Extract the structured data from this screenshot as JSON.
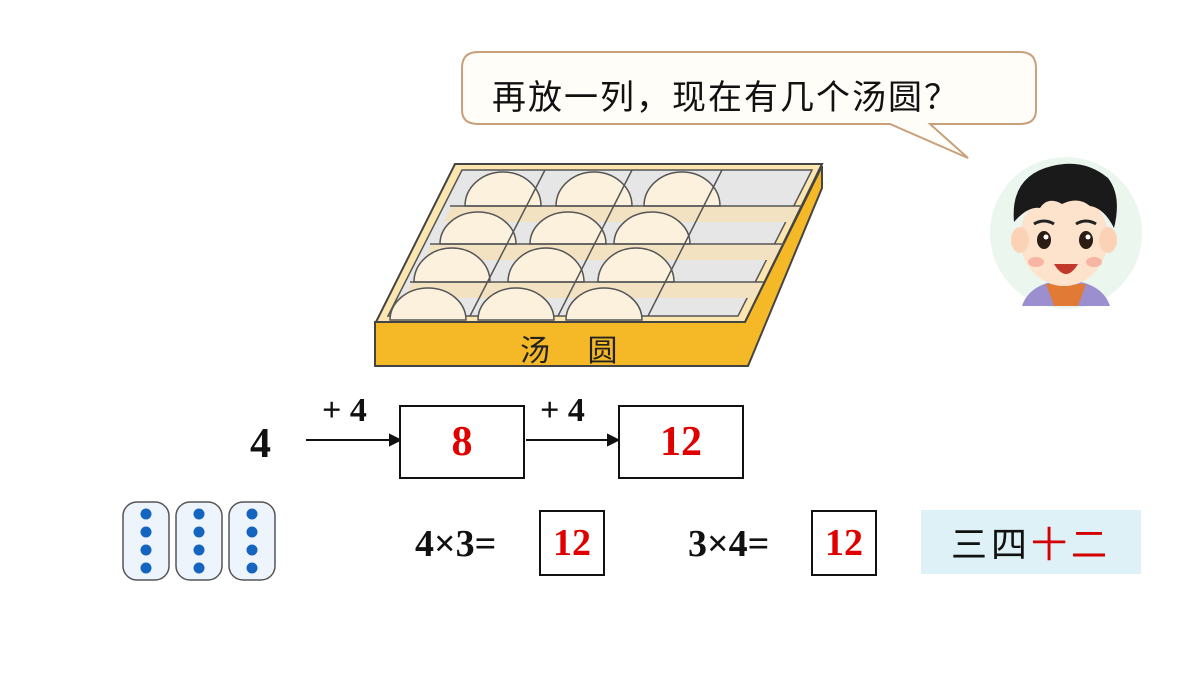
{
  "speech_bubble": {
    "text": "再放一列，现在有几个汤圆？"
  },
  "tray": {
    "label": "汤 圆",
    "filled_rows": 4,
    "filled_columns": 3,
    "empty_columns": 1
  },
  "sequence": {
    "start": "4",
    "step1_label": "+ 4",
    "box1_value": "8",
    "step2_label": "+ 4",
    "box2_value": "12"
  },
  "dot_groups": {
    "groups": 3,
    "dots_per_group": 4,
    "dot_color": "#1565c0"
  },
  "equations": {
    "eq1_text": "4×3=",
    "eq1_answer": "12",
    "eq2_text": "3×4=",
    "eq2_answer": "12"
  },
  "rhyme": {
    "black_part": "三四",
    "red_part": "十二"
  },
  "colors": {
    "answer_red": "#e00000",
    "tray_orange": "#f5b928",
    "rhyme_bg": "#def1f6"
  }
}
